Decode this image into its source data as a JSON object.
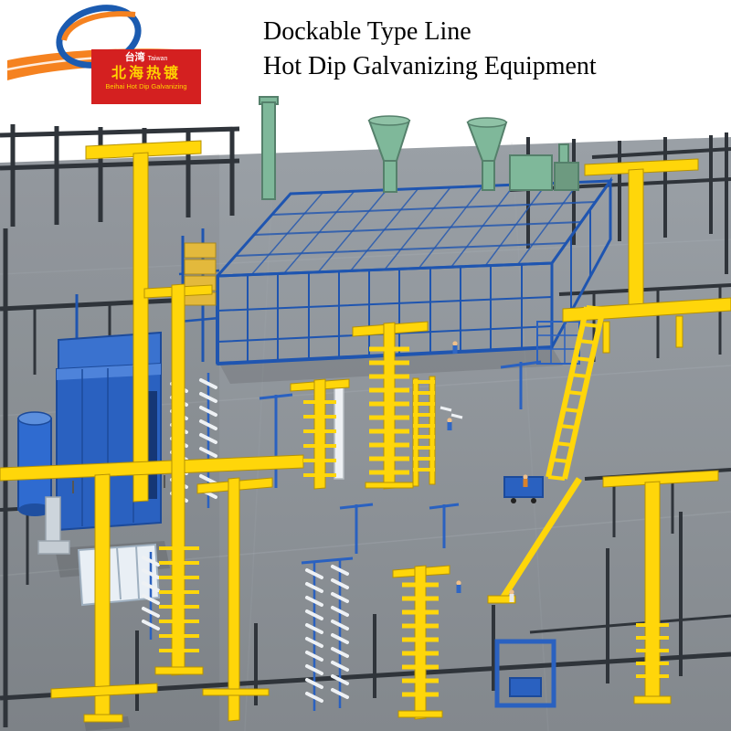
{
  "header": {
    "title_line1": "Dockable Type Line",
    "title_line2": "Hot Dip Galvanizing Equipment"
  },
  "logo": {
    "region_top": "台湾",
    "region_sub": "Taiwan",
    "brand_cn": "北海热镀",
    "brand_en": "Beihai Hot Dip Galvanizing"
  },
  "scene": {
    "description": "3D rendered factory floor: gray floor with dark steel perimeter frames, blue-framed white galvanizing enclosure with green exhaust stacks, yellow gantry cranes, overhead beams and ladder conveyors, blue furnace, tank, jig racks with hanging white parts, and small worker figures"
  },
  "colors": {
    "background": "#ffffff",
    "title_text": "#000000",
    "floor_light": "#9aa0a6",
    "floor_dark": "#83888d",
    "steel": "#2f343a",
    "frame_blue": "#1f55b0",
    "crane_yellow": "#ffd60a",
    "crane_yellow_shade": "#b59104",
    "machine_blue": "#2a61c0",
    "machine_blue_dark": "#1c4a9a",
    "panel_white": "#eef1f4",
    "roof_fill": "#e4edf5",
    "wall_fill": "#eef4fa",
    "side_fill": "#ccd8e5",
    "glass_fill": "#e9eff5",
    "pipe_green": "#7fb89a",
    "pipe_green_dark": "#55806b",
    "tank_blue": "#2f6bd0",
    "ochre": "#e3b93c",
    "logo_red": "#d42020",
    "logo_orange": "#f58220",
    "logo_blue": "#1b5bb0",
    "logo_yellow": "#ffd200"
  }
}
